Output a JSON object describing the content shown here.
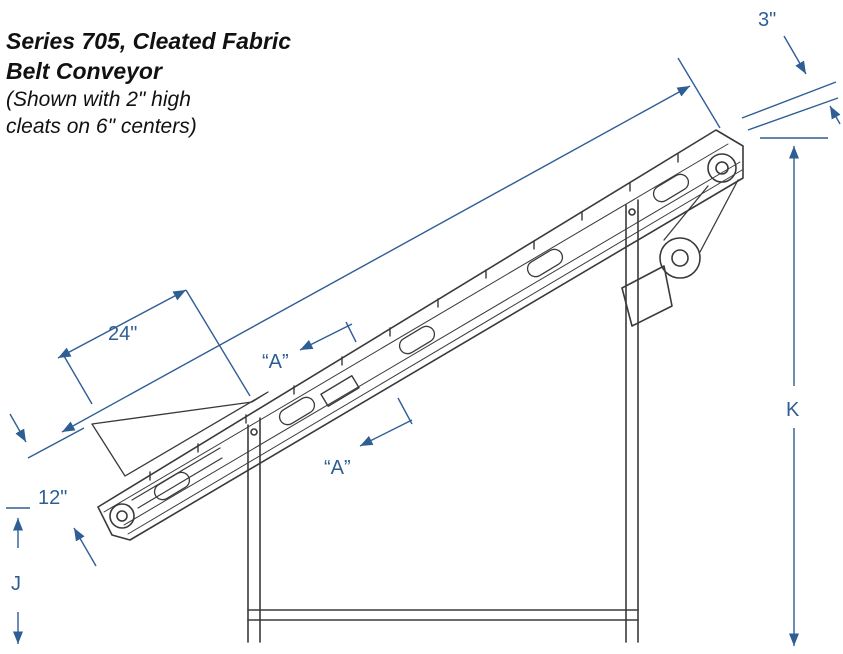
{
  "title": {
    "line1": "Series 705, Cleated Fabric",
    "line2": "Belt Conveyor",
    "subtitle1": "(Shown with 2\" high",
    "subtitle2": "cleats on 6\" centers)"
  },
  "dimensions": {
    "top_clearance": "3\"",
    "hopper_length": "24\"",
    "section_a_top": "“A”",
    "section_a_bottom": "“A”",
    "infeed_width": "12\"",
    "height_j": "J",
    "height_k": "K"
  },
  "colors": {
    "dimension": "#2f5e95",
    "drawing": "#3a3a3a",
    "title": "#111111"
  }
}
